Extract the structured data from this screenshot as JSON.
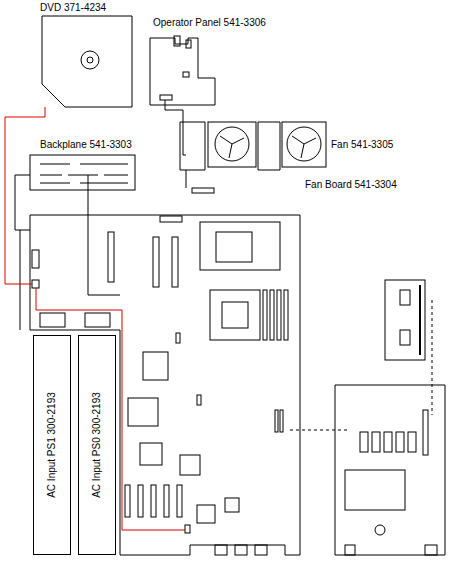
{
  "diagram": {
    "nodes": [
      {
        "text": [
          "DVD 371-4234"
        ]
      },
      {
        "text": [
          "Operator Panel 541-3306"
        ]
      },
      {
        "text": [
          "Backplane 541-3303"
        ]
      },
      {
        "text": [
          "Fan 541-3305"
        ]
      },
      {
        "text": [
          "Fan Board 541-3304"
        ]
      },
      {
        "text": [
          "AC Input PS1 300-2193"
        ]
      },
      {
        "text": [
          "AC Input PS0 300-2193"
        ]
      }
    ]
  }
}
